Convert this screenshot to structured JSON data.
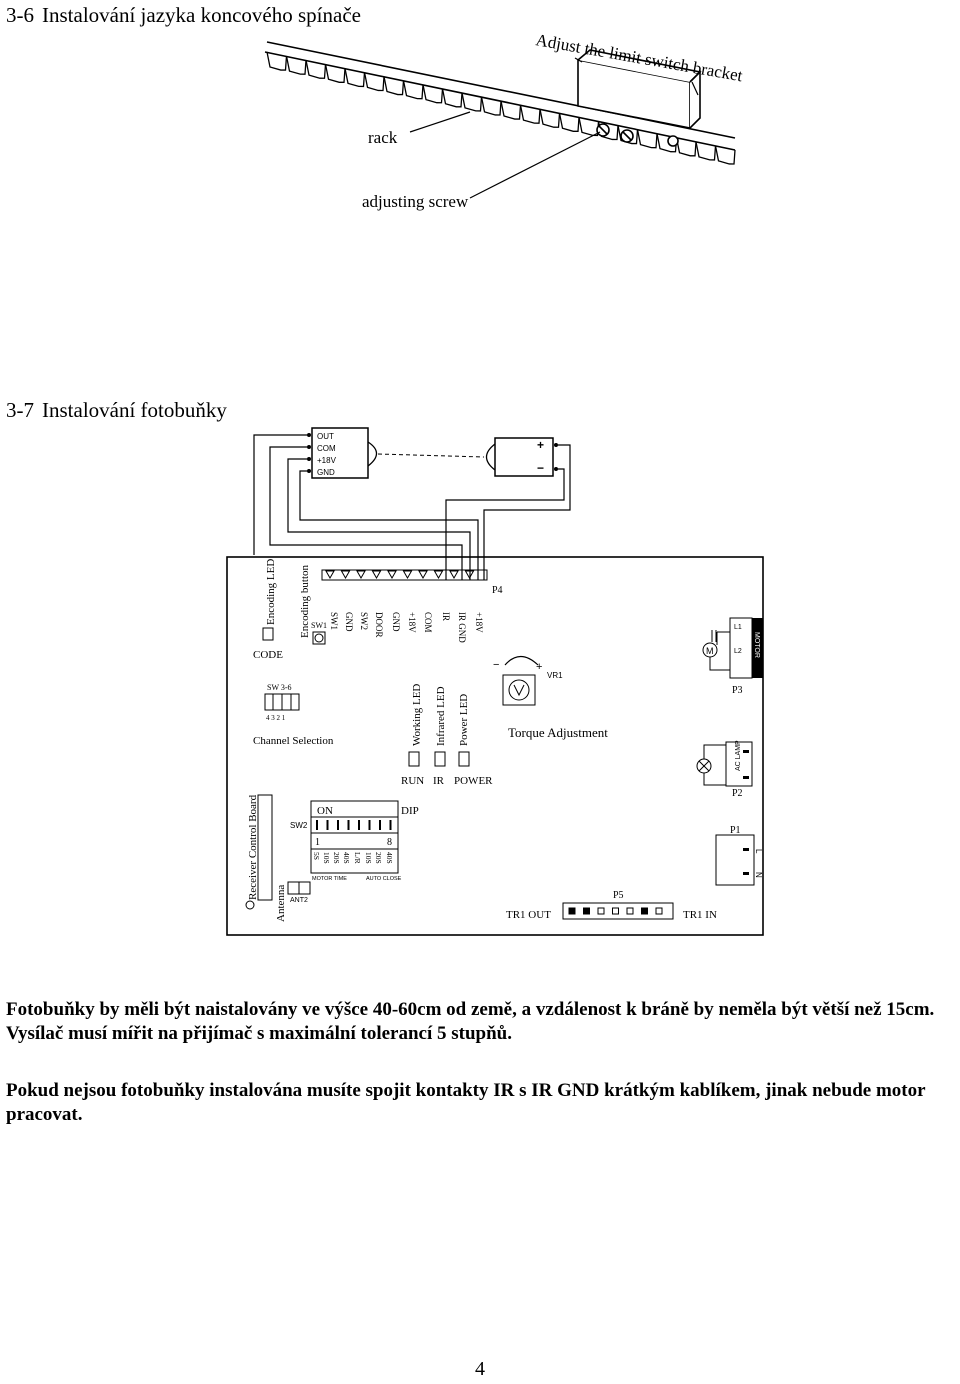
{
  "section1": {
    "number": "3-6",
    "title": "Instalování jazyka koncového spínače",
    "labels": {
      "adjust": "Adjust the limit switch bracket",
      "rack": "rack",
      "screw": "adjusting screw"
    }
  },
  "section2": {
    "number": "3-7",
    "title": "Instalování fotobuňky"
  },
  "photocell": {
    "pins": [
      "OUT",
      "COM",
      "+18V",
      "GND"
    ],
    "plus": "+",
    "minus": "−"
  },
  "board": {
    "encoding_led": "Encoding LED",
    "encoding_button": "Encoding button",
    "code": "CODE",
    "sw1": "SW1",
    "p4_terms": [
      "SW1",
      "GND",
      "SW2",
      "DOOR",
      "GND",
      "+18V",
      "COM",
      "IR",
      "IR GND",
      "+18V"
    ],
    "p4": "P4",
    "vr1": "VR1",
    "torque": "Torque Adjustment",
    "sw36": "SW 3-6",
    "sw36_nums": "4  3  2  1",
    "channel": "Channel Selection",
    "leds": [
      "Working LED",
      "Infrared LED",
      "Power LED"
    ],
    "led_labels": [
      "RUN",
      "IR",
      "POWER"
    ],
    "motor": {
      "l1": "L1",
      "l2": "L2",
      "label": "MOTOR",
      "p": "P3",
      "m": "M"
    },
    "lamp": {
      "label": "AC LAMP",
      "p": "P2"
    },
    "power": {
      "p": "P1",
      "l": "L",
      "n": "N"
    },
    "receiver": "Receiver Control Board",
    "antenna": "Antenna",
    "ant2": "ANT2",
    "sw2": "SW2",
    "on": "ON",
    "dip": "DIP",
    "dip_one": "1",
    "dip_eight": "8",
    "motor_time": [
      "5S",
      "10S",
      "20S",
      "40S"
    ],
    "lr": "L/R",
    "auto_close": [
      "10S",
      "20S",
      "40S"
    ],
    "motor_time_label": "MOTOR TIME",
    "auto_close_label": "AUTO CLOSE",
    "p5": "P5",
    "tr1out": "TR1 OUT",
    "tr1in": "TR1 IN"
  },
  "paragraph1": "Fotobuňky by měli být naistalovány ve výšce 40-60cm od země, a vzdálenost k bráně by neměla být větší než 15cm. Vysílač musí mířit na přijímač s maximální tolerancí 5 stupňů.",
  "paragraph2": "Pokud nejsou fotobuňky instalována musíte spojit kontakty IR s IR GND krátkým kablíkem, jinak nebude motor pracovat.",
  "page_number": "4"
}
